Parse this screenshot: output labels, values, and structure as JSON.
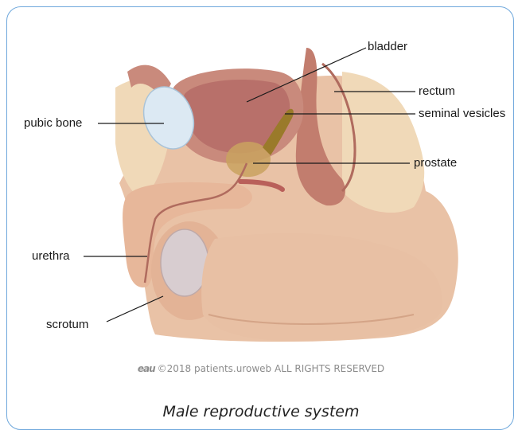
{
  "caption": "Male reproductive system",
  "copyright": {
    "logo_text": "eau",
    "text": "©2018 patients.uroweb ALL RIGHTS RESERVED"
  },
  "labels": {
    "bladder": "bladder",
    "rectum": "rectum",
    "pubic_bone": "pubic bone",
    "seminal_vesicles": "seminal vesicles",
    "prostate": "prostate",
    "urethra": "urethra",
    "scrotum": "scrotum"
  },
  "colors": {
    "frame": "#6fa8dc",
    "skin": "#e9c2a6",
    "skin_shadow": "#d9a88a",
    "tissue": "#f0d9b8",
    "bladder": "#b8706a",
    "bladder_wall": "#c98a7c",
    "pubic_bone": "#dce9f3",
    "prostate": "#c9a25f",
    "seminal_vesicles": "#9a7a2a",
    "rectum": "#c27d6e"
  }
}
